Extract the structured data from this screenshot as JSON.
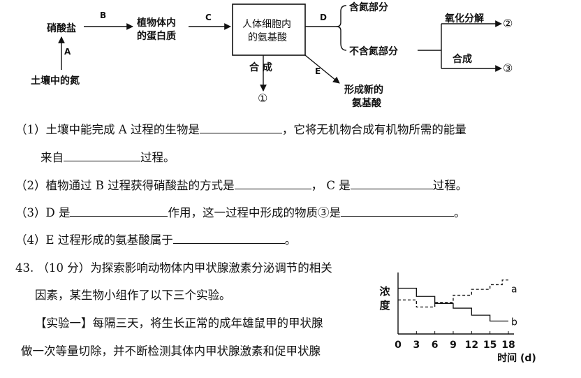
{
  "diagram": {
    "nitrate": "硝酸盐",
    "plant_protein_l1": "植物体内",
    "plant_protein_l2": "的蛋白质",
    "cell_aa_l1": "人体细胞内",
    "cell_aa_l2": "的氨基酸",
    "n_part": "含氮部分",
    "non_n_part": "不含氮部分",
    "oxidation": "氧化分解",
    "synthesis_right": "合成",
    "mark2": "②",
    "mark3": "③",
    "soil_n": "土壤中的氮",
    "synthesis_down": "合 成",
    "mark1": "①",
    "new_aa_l1": "形成新的",
    "new_aa_l2": "氨基酸",
    "label_a": "A",
    "label_b": "B",
    "label_c": "C",
    "label_d": "D",
    "label_e": "E"
  },
  "questions": {
    "q1_a": "（1）土壤中能完成 A 过程的生物是",
    "q1_b": "，它将无机物合成有机物所需的能量",
    "q1_c": "来自",
    "q1_d": "过程。",
    "q2_a": "（2）植物通过 B 过程获得硝酸盐的方式是",
    "q2_b": "，  C 是",
    "q2_c": "过程。",
    "q3_a": "（3）D 是",
    "q3_b": "作用，这一过程中形成的物质③是",
    "q3_c": "。",
    "q4_a": "（4）E 过程形成的氨基酸属于",
    "q4_b": "。"
  },
  "problem43": {
    "line1": "43. （10 分）为探索影响动物体内甲状腺激素分泌调节的相关",
    "line2": "因素，某生物小组作了以下三个实验。",
    "line3": "【实验一】每隔三天，将生长正常的成年雄鼠甲的甲状腺",
    "line4": "做一次等量切除，并不断检测其体内甲状腺激素和促甲状腺"
  },
  "chart_data": {
    "type": "line",
    "ylabel": "浓度",
    "xlabel": "时间 (d)",
    "x_ticks": [
      "0",
      "3",
      "6",
      "9",
      "12",
      "15",
      "18"
    ],
    "xlim": [
      0,
      18
    ],
    "ylim": [
      0,
      10
    ],
    "series": [
      {
        "name": "a",
        "style": "dashed",
        "points": [
          [
            0,
            5.8
          ],
          [
            3,
            5.8
          ],
          [
            3,
            4.6
          ],
          [
            6,
            4.6
          ],
          [
            6,
            5.4
          ],
          [
            9,
            5.4
          ],
          [
            9,
            6.6
          ],
          [
            12,
            6.6
          ],
          [
            12,
            7.6
          ],
          [
            15,
            7.6
          ],
          [
            15,
            8.4
          ],
          [
            17,
            8.4
          ],
          [
            17,
            9.2
          ],
          [
            18,
            9.2
          ]
        ]
      },
      {
        "name": "b",
        "style": "solid",
        "points": [
          [
            0,
            7.8
          ],
          [
            3,
            7.8
          ],
          [
            3,
            6.4
          ],
          [
            6,
            6.4
          ],
          [
            6,
            5.2
          ],
          [
            9,
            5.2
          ],
          [
            9,
            4.4
          ],
          [
            12,
            4.4
          ],
          [
            12,
            3.2
          ],
          [
            15,
            3.2
          ],
          [
            15,
            2.2
          ],
          [
            18,
            2.2
          ]
        ]
      }
    ]
  }
}
